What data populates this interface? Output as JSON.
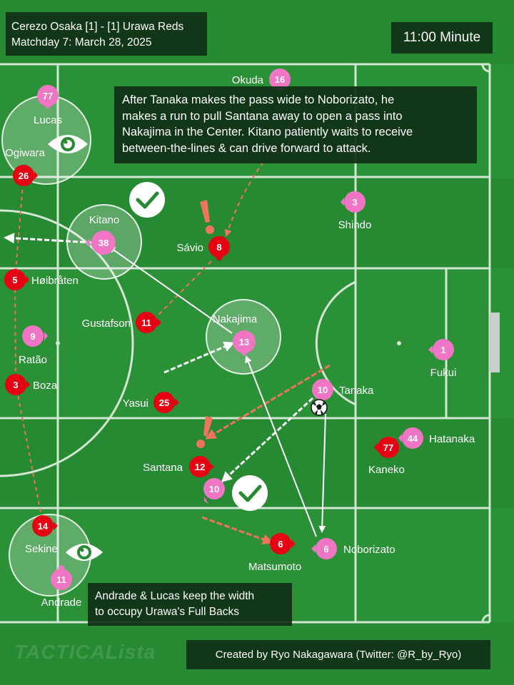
{
  "header": {
    "match": "Cerezo Osaka [1] - [1] Urawa Reds",
    "matchday": "Matchday 7: March 28, 2025",
    "minute": "11:00 Minute"
  },
  "notes": {
    "top": [
      "After Tanaka makes the pass wide to Noborizato, he",
      "makes a run to pull Santana away to open a pass into",
      "Nakajima in the Center. Kitano patiently waits to receive",
      "between-the-lines & can drive forward to attack."
    ],
    "bottom": [
      "Andrade & Lucas keep the width",
      "to occupy Urawa's Full Backs"
    ]
  },
  "credit": "Created by Ryo Nakagawara (Twitter: @R_by_Ryo)",
  "watermark": "TACTICALista",
  "colors": {
    "pitch": "#268a33",
    "lines": "#d2e6d2",
    "cerezo": "#f075c4",
    "urawa": "#e60012",
    "run_arrow": "#f0745c",
    "pass_arrow": "#ffffff",
    "note_box": "#10301a"
  },
  "icons": {
    "eye": "eye-icon",
    "check": "check-icon",
    "alert": "exclamation-icon",
    "ball": "football-icon"
  },
  "cerezo_players": [
    {
      "number": "77",
      "name": "Lucas"
    },
    {
      "number": "16",
      "name": "Okuda"
    },
    {
      "number": "",
      "name": "Ogiwara"
    },
    {
      "number": "38",
      "name": "Kitano"
    },
    {
      "number": "13",
      "name": "Nakajima"
    },
    {
      "number": "9",
      "name": "Ratão"
    },
    {
      "number": "10",
      "name": "Tanaka"
    },
    {
      "number": "3",
      "name": "Shindo"
    },
    {
      "number": "1",
      "name": "Fukui"
    },
    {
      "number": "44",
      "name": "Hatanaka"
    },
    {
      "number": "6",
      "name": "Noborizato"
    },
    {
      "number": "11",
      "name": "Andrade"
    }
  ],
  "urawa_players": [
    {
      "number": "26",
      "name": ""
    },
    {
      "number": "8",
      "name": "Sávio"
    },
    {
      "number": "5",
      "name": "Høibråten"
    },
    {
      "number": "11",
      "name": "Gustafson"
    },
    {
      "number": "3",
      "name": "Boza"
    },
    {
      "number": "25",
      "name": "Yasui"
    },
    {
      "number": "12",
      "name": "Santana"
    },
    {
      "number": "77",
      "name": "Kaneko"
    },
    {
      "number": "6",
      "name": "Matsumoto"
    },
    {
      "number": "14",
      "name": "Sekine"
    },
    {
      "number": "10",
      "name": ""
    }
  ]
}
